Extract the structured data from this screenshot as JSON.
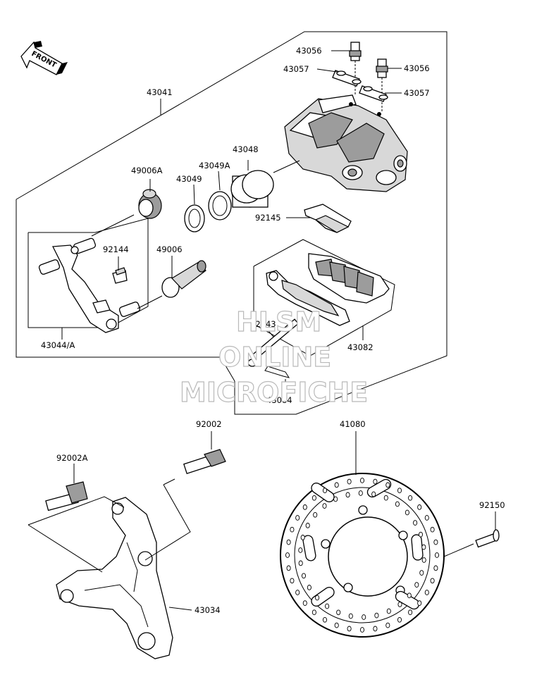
{
  "direction_arrow": {
    "label": "FRONT"
  },
  "watermark": {
    "line1": "HLSM",
    "line2": "ONLINE",
    "line3": "MICROFICHE"
  },
  "part_labels": {
    "p43056_a": "43056",
    "p43057_a": "43057",
    "p43056_b": "43056",
    "p43057_b": "43057",
    "p43041": "43041",
    "p43048": "43048",
    "p49006a": "49006A",
    "p43049a": "43049A",
    "p43049": "43049",
    "p92145": "92145",
    "p92144": "92144",
    "p49006": "49006",
    "p92043": "92043",
    "p43082": "43082",
    "p43044": "43044/A",
    "p43084": "43084",
    "p92002": "92002",
    "p41080": "41080",
    "p92002a": "92002A",
    "p92150": "92150",
    "p43034": "43034"
  }
}
